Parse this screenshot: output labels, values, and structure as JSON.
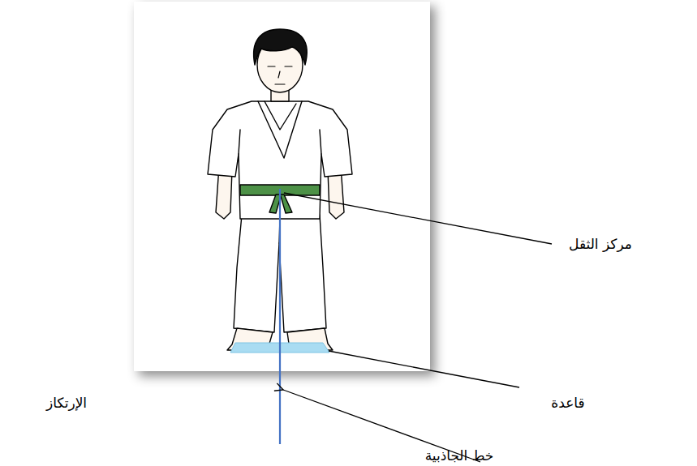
{
  "diagram": {
    "labels": [
      "مركز الثقل",
      "قاعدة",
      "الإرتكاز",
      "خط الجاذبية"
    ]
  }
}
